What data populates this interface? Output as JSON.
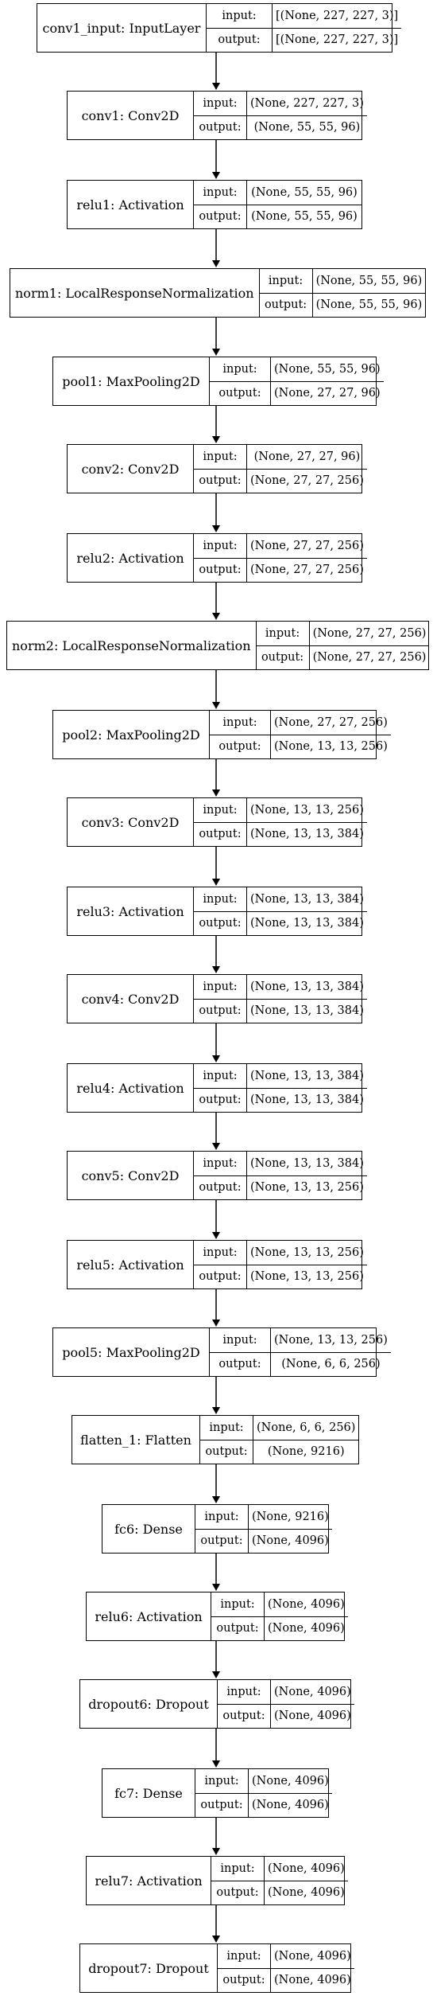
{
  "colors": {
    "stroke": "#000000",
    "background": "#ffffff"
  },
  "ports": {
    "input_label": "input:",
    "output_label": "output:"
  },
  "layers": [
    {
      "name": "conv1_input: InputLayer",
      "input": "[(None, 227, 227, 3)]",
      "output": "[(None, 227, 227, 3)]"
    },
    {
      "name": "conv1: Conv2D",
      "input": "(None, 227, 227, 3)",
      "output": "(None, 55, 55, 96)"
    },
    {
      "name": "relu1: Activation",
      "input": "(None, 55, 55, 96)",
      "output": "(None, 55, 55, 96)"
    },
    {
      "name": "norm1: LocalResponseNormalization",
      "input": "(None, 55, 55, 96)",
      "output": "(None, 55, 55, 96)"
    },
    {
      "name": "pool1: MaxPooling2D",
      "input": "(None, 55, 55, 96)",
      "output": "(None, 27, 27, 96)"
    },
    {
      "name": "conv2: Conv2D",
      "input": "(None, 27, 27, 96)",
      "output": "(None, 27, 27, 256)"
    },
    {
      "name": "relu2: Activation",
      "input": "(None, 27, 27, 256)",
      "output": "(None, 27, 27, 256)"
    },
    {
      "name": "norm2: LocalResponseNormalization",
      "input": "(None, 27, 27, 256)",
      "output": "(None, 27, 27, 256)"
    },
    {
      "name": "pool2: MaxPooling2D",
      "input": "(None, 27, 27, 256)",
      "output": "(None, 13, 13, 256)"
    },
    {
      "name": "conv3: Conv2D",
      "input": "(None, 13, 13, 256)",
      "output": "(None, 13, 13, 384)"
    },
    {
      "name": "relu3: Activation",
      "input": "(None, 13, 13, 384)",
      "output": "(None, 13, 13, 384)"
    },
    {
      "name": "conv4: Conv2D",
      "input": "(None, 13, 13, 384)",
      "output": "(None, 13, 13, 384)"
    },
    {
      "name": "relu4: Activation",
      "input": "(None, 13, 13, 384)",
      "output": "(None, 13, 13, 384)"
    },
    {
      "name": "conv5: Conv2D",
      "input": "(None, 13, 13, 384)",
      "output": "(None, 13, 13, 256)"
    },
    {
      "name": "relu5: Activation",
      "input": "(None, 13, 13, 256)",
      "output": "(None, 13, 13, 256)"
    },
    {
      "name": "pool5: MaxPooling2D",
      "input": "(None, 13, 13, 256)",
      "output": "(None, 6, 6, 256)"
    },
    {
      "name": "flatten_1: Flatten",
      "input": "(None, 6, 6, 256)",
      "output": "(None, 9216)"
    },
    {
      "name": "fc6: Dense",
      "input": "(None, 9216)",
      "output": "(None, 4096)"
    },
    {
      "name": "relu6: Activation",
      "input": "(None, 4096)",
      "output": "(None, 4096)"
    },
    {
      "name": "dropout6: Dropout",
      "input": "(None, 4096)",
      "output": "(None, 4096)"
    },
    {
      "name": "fc7: Dense",
      "input": "(None, 4096)",
      "output": "(None, 4096)"
    },
    {
      "name": "relu7: Activation",
      "input": "(None, 4096)",
      "output": "(None, 4096)"
    },
    {
      "name": "dropout7: Dropout",
      "input": "(None, 4096)",
      "output": "(None, 4096)"
    }
  ]
}
